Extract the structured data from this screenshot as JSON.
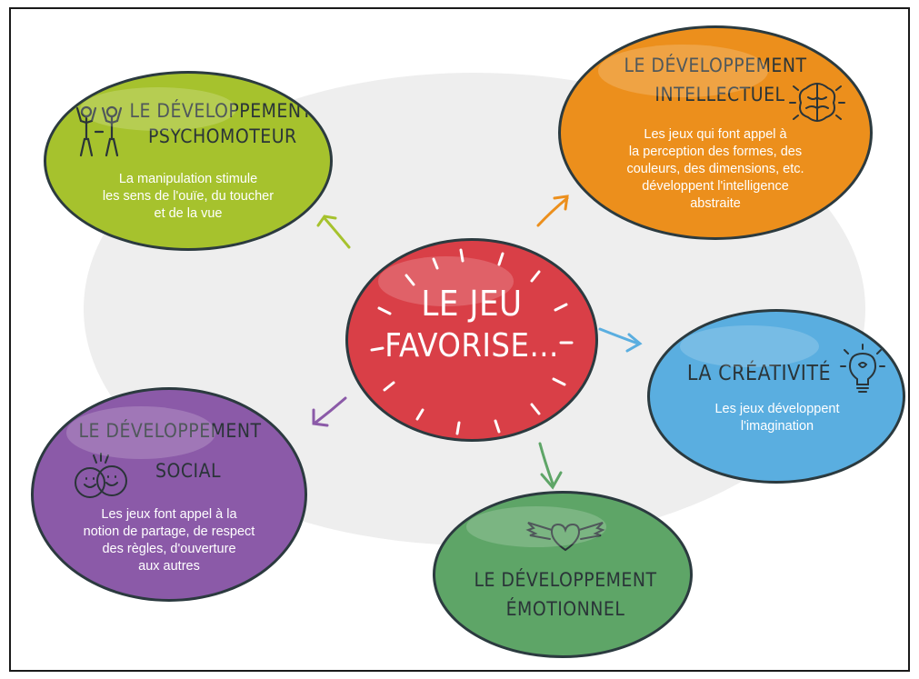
{
  "center": {
    "line1": "Le jeu",
    "line2": "favorise..."
  },
  "nodes": {
    "psychomoteur": {
      "title_line1": "Le développement",
      "title_line2": "psychomoteur",
      "desc": [
        "La manipulation stimule",
        "les sens de l'ouïe, du toucher",
        "et de la vue"
      ],
      "icon": "children-playing-icon",
      "color": "#a6c22d"
    },
    "intellectuel": {
      "title_line1": "Le développement",
      "title_line2": "intellectuel",
      "desc": [
        "Les jeux qui font appel à",
        "la perception des formes, des",
        "couleurs, des dimensions, etc.",
        "développent l'intelligence",
        "abstraite"
      ],
      "icon": "brain-icon",
      "color": "#ec8f1c"
    },
    "creativite": {
      "title": "La créativité",
      "desc": [
        "Les jeux développent",
        "l'imagination"
      ],
      "icon": "lightbulb-icon",
      "color": "#5aaee0"
    },
    "social": {
      "title_line1": "Le développement",
      "title_line2": "social",
      "desc": [
        "Les jeux font appel à la",
        "notion de partage, de respect",
        "des règles, d'ouverture",
        "aux autres"
      ],
      "icon": "smiling-faces-icon",
      "color": "#8b5aa8"
    },
    "emotionnel": {
      "title_line1": "Le développement",
      "title_line2": "émotionnel",
      "icon": "winged-heart-icon",
      "color": "#5ea567"
    }
  },
  "colors": {
    "center": "#d93f47",
    "outline": "#2b3a3f",
    "background": "#eeeeee"
  }
}
